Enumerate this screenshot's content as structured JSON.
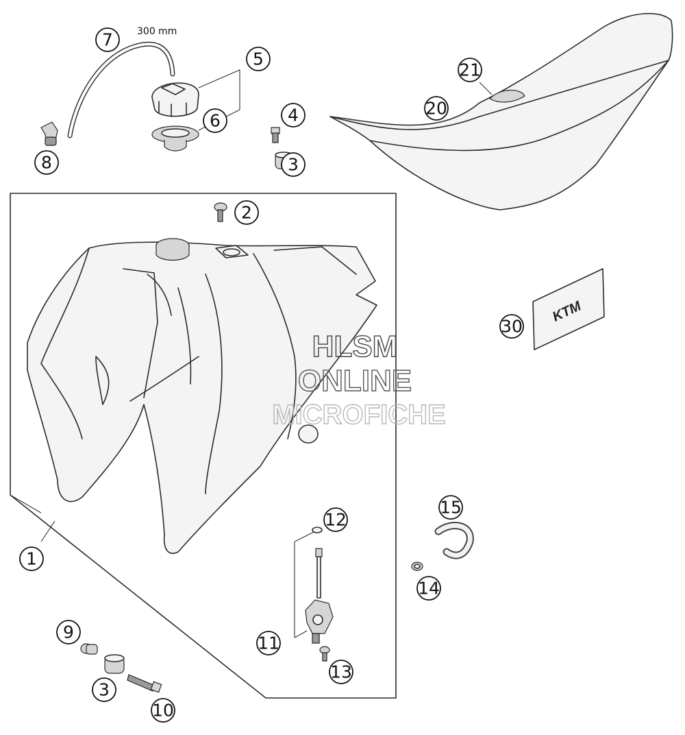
{
  "diagram": {
    "note_hose_length": "300 mm",
    "callouts": {
      "c1": "1",
      "c2": "2",
      "c3a": "3",
      "c3b": "3",
      "c4": "4",
      "c5": "5",
      "c6": "6",
      "c7": "7",
      "c8": "8",
      "c9": "9",
      "c10": "10",
      "c11": "11",
      "c12": "12",
      "c13": "13",
      "c14": "14",
      "c15": "15",
      "c20": "20",
      "c21": "21",
      "c30": "30"
    },
    "decal_logo": "KTM",
    "watermark": [
      "HLSM",
      "ONLINE",
      "MICROFICHE"
    ]
  }
}
